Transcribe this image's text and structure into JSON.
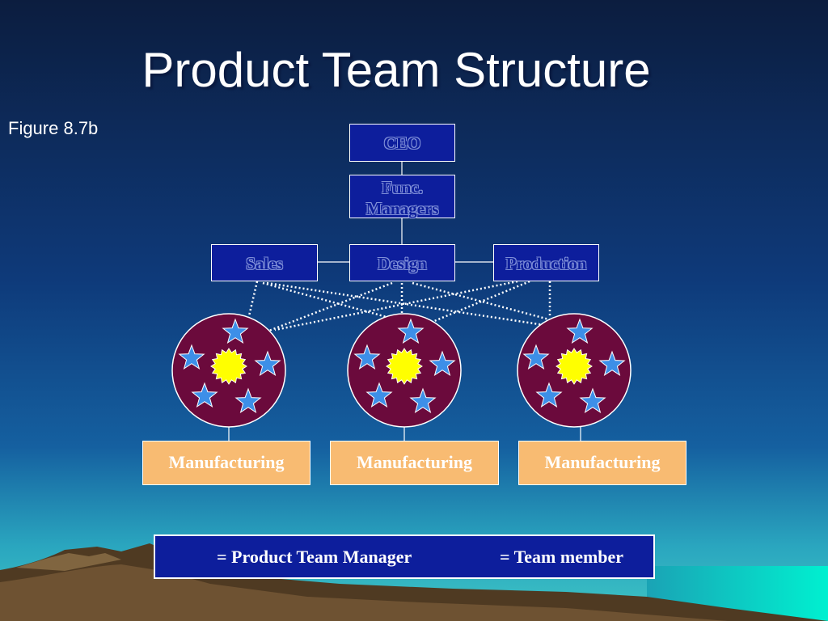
{
  "slide": {
    "title": "Product Team Structure",
    "figure_label": "Figure 8.7b"
  },
  "org_chart": {
    "ceo": "CEO",
    "functional_managers": [
      "Func.",
      "Managers"
    ],
    "departments": [
      "Sales",
      "Design",
      "Production"
    ]
  },
  "product_teams": [
    {
      "label": "Manufacturing",
      "managers": 1,
      "members": 5
    },
    {
      "label": "Manufacturing",
      "managers": 1,
      "members": 5
    },
    {
      "label": "Manufacturing",
      "managers": 1,
      "members": 5
    }
  ],
  "legend": {
    "manager_label": "= Product Team Manager",
    "member_label": "= Team member"
  },
  "colors": {
    "box_fill": "#0d1e9c",
    "team_circle": "#6b0a3c",
    "manufacturing_fill": "#f8bb72",
    "manager_burst": "#ffff00",
    "member_star": "#3d8fe8"
  }
}
